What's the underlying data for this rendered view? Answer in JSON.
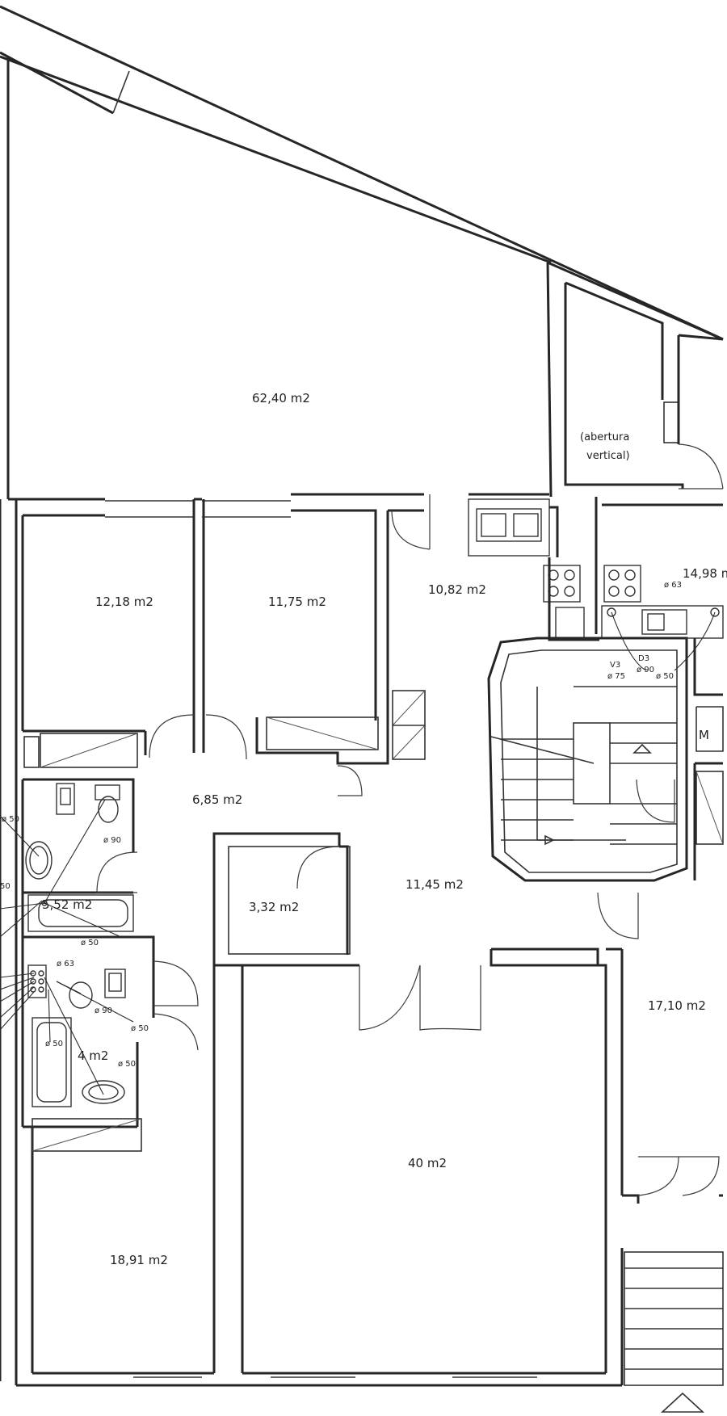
{
  "rooms": {
    "r1": "62,40 m2",
    "r2": "12,18 m2",
    "r3": "11,75 m2",
    "r4": "10,82 m2",
    "r5": "14,98 m",
    "r6": "6,85 m2",
    "r7": "5,52 m2",
    "r8": "3,32 m2",
    "r9": "11,45 m2",
    "r10": "4 m2",
    "r11": "17,10 m2",
    "r12": "40 m2",
    "r13": "18,91 m2"
  },
  "notes": {
    "opening_line1": "(abertura",
    "opening_line2": "vertical)",
    "meter_tag": "M"
  },
  "pipes": {
    "p50_a": "ø 50",
    "p90_a": "ø 90",
    "p50_b": "ø 50",
    "p50_c": "50",
    "p63_a": "ø 63",
    "p90_b": "ø 90",
    "p50_d": "ø 50",
    "p50_e": "ø 50",
    "p50_f": "ø 50",
    "p63_b": "ø 63",
    "v3": "V3",
    "p75": "ø 75",
    "d3": "D3",
    "p90_c": "ø 90",
    "p50_g": "ø 50"
  }
}
